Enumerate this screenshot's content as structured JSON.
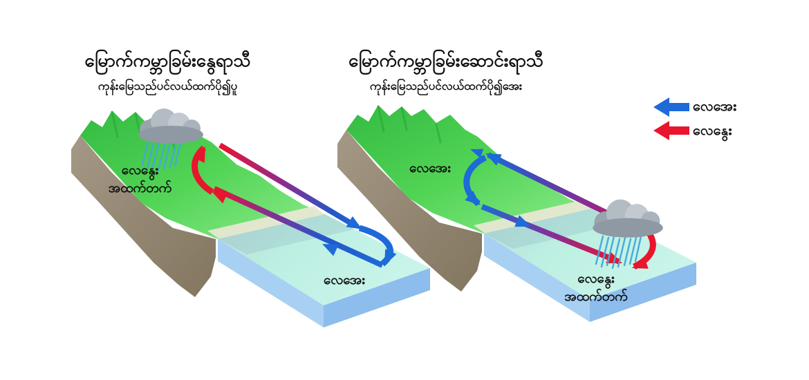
{
  "legend": {
    "cold_air": {
      "label": "လေအေး",
      "color": "#1d6ad8"
    },
    "warm_air": {
      "label": "လေနွေး",
      "color": "#e8152e"
    }
  },
  "summer_diagram": {
    "title": "မြောက်ကမ္ဘာခြမ်းနွေရာသီ",
    "subtitle": "ကုန်းမြေသည်ပင်လယ်ထက်ပို၍ပူ",
    "land_label_line1": "လေနွေး",
    "land_label_line2": "အထက်တက်",
    "sea_label": "လေအေး"
  },
  "winter_diagram": {
    "title": "မြောက်ကမ္ဘာခြမ်းဆောင်းရာသီ",
    "subtitle": "ကုန်းမြေသည်ပင်လယ်ထက်ပို၍အေး",
    "land_label": "လေအေး",
    "sea_label_line1": "လေနွေး",
    "sea_label_line2": "အထက်တက်"
  },
  "colors": {
    "cold_arrow_blue": "#1d6ad8",
    "warm_arrow_red": "#e8152e",
    "land_green": "#4ccf52",
    "cliff_brown": "#95887a",
    "sea_top_cyan": "#bfeee0",
    "sea_front_blue": "#96c4ee",
    "cloud_gray": "#9aa4ad",
    "rain_blue": "#47a7da",
    "text_black": "#111111",
    "background": "#ffffff"
  }
}
